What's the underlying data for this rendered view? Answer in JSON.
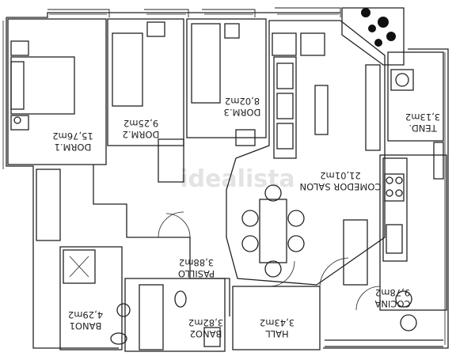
{
  "watermark": "idealista",
  "rooms": [
    {
      "id": "dorm1",
      "name": "DORM.1",
      "area": "15,76m2"
    },
    {
      "id": "dorm2",
      "name": "DORM.2",
      "area": "9,25m2"
    },
    {
      "id": "dorm3",
      "name": "DORM.3",
      "area": "8,02m2"
    },
    {
      "id": "tend",
      "name": "TEND.",
      "area": "3,13m2"
    },
    {
      "id": "salon",
      "name": "COMEDOR SALON",
      "area": "21,01m2"
    },
    {
      "id": "pasillo",
      "name": "PASILLO",
      "area": "3,88m2"
    },
    {
      "id": "cocina",
      "name": "COCINA",
      "area": "9,78m2"
    },
    {
      "id": "hall",
      "name": "HALL",
      "area": "3,43m2"
    },
    {
      "id": "bano2",
      "name": "BANO2",
      "area": "3,82m2"
    },
    {
      "id": "bano1",
      "name": "BANO1",
      "area": "4,29m2"
    }
  ]
}
